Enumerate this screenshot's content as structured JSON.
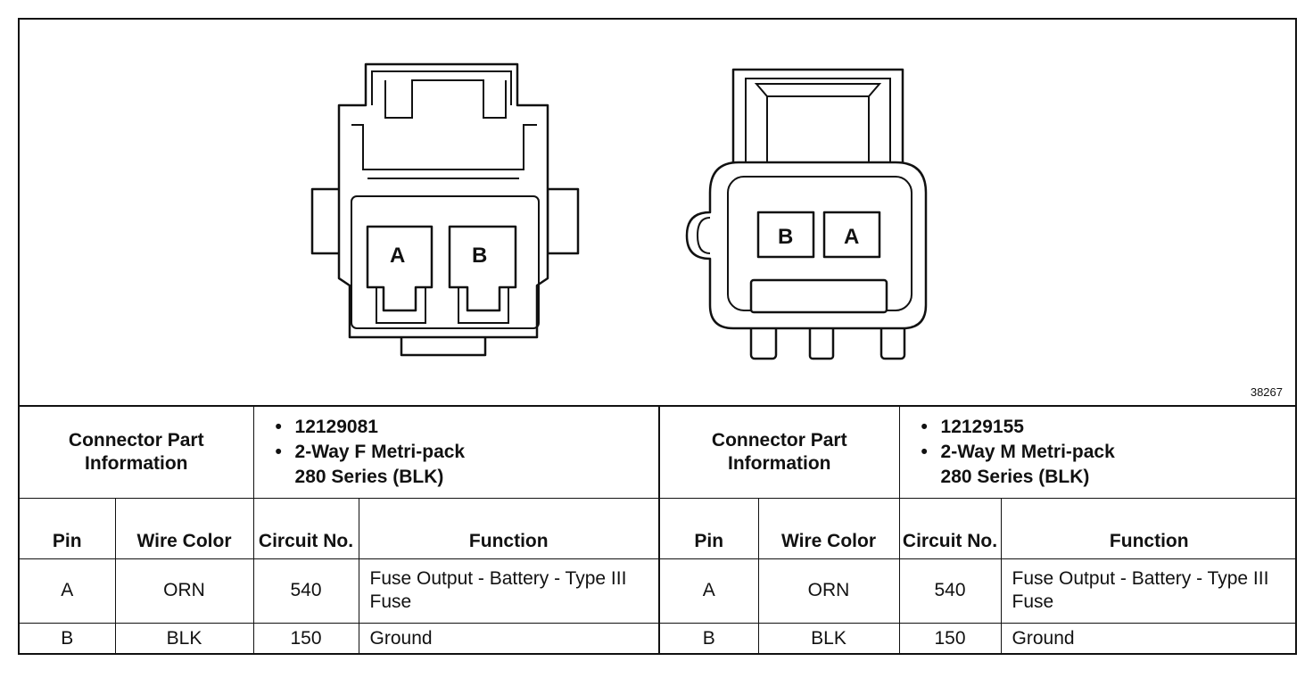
{
  "figure_id": "38267",
  "left_connector": {
    "cavity_labels": [
      "A",
      "B"
    ],
    "part_info_label": "Connector Part Information",
    "part_number": "12129081",
    "description_line1": "2-Way F Metri-pack",
    "description_line2": "280 Series (BLK)",
    "headers": {
      "pin": "Pin",
      "wire_color": "Wire Color",
      "circuit_no": "Circuit No.",
      "function": "Function"
    },
    "rows": [
      {
        "pin": "A",
        "wire_color": "ORN",
        "circuit_no": "540",
        "function": "Fuse Output - Battery - Type III Fuse"
      },
      {
        "pin": "B",
        "wire_color": "BLK",
        "circuit_no": "150",
        "function": "Ground"
      }
    ]
  },
  "right_connector": {
    "cavity_labels": [
      "B",
      "A"
    ],
    "part_info_label": "Connector Part Information",
    "part_number": "12129155",
    "description_line1": "2-Way M Metri-pack",
    "description_line2": "280 Series (BLK)",
    "headers": {
      "pin": "Pin",
      "wire_color": "Wire Color",
      "circuit_no": "Circuit No.",
      "function": "Function"
    },
    "rows": [
      {
        "pin": "A",
        "wire_color": "ORN",
        "circuit_no": "540",
        "function": "Fuse Output - Battery - Type III Fuse"
      },
      {
        "pin": "B",
        "wire_color": "BLK",
        "circuit_no": "150",
        "function": "Ground"
      }
    ]
  }
}
